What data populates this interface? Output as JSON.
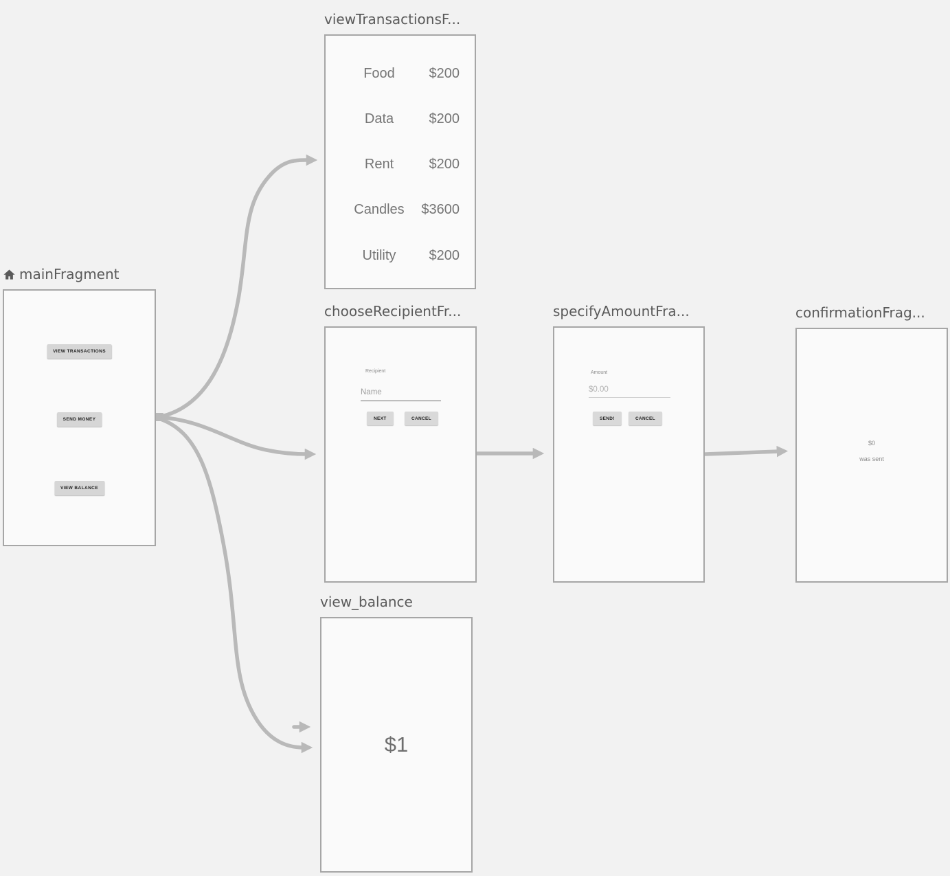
{
  "colors": {
    "background": "#f2f2f2",
    "panel_fill": "#fafafa",
    "panel_border": "#a6a6a6",
    "arrow": "#b9b9b9",
    "title_text": "#5a5a5a",
    "button_fill": "#d6d6d6"
  },
  "fragments": {
    "main": {
      "title": "mainFragment",
      "buttons": {
        "view_transactions": "VIEW TRANSACTIONS",
        "send_money": "SEND MONEY",
        "view_balance": "VIEW BALANCE"
      }
    },
    "view_transactions": {
      "title": "viewTransactionsF...",
      "transactions": [
        {
          "label": "Food",
          "amount": "$200"
        },
        {
          "label": "Data",
          "amount": "$200"
        },
        {
          "label": "Rent",
          "amount": "$200"
        },
        {
          "label": "Candles",
          "amount": "$3600"
        },
        {
          "label": "Utility",
          "amount": "$200"
        }
      ]
    },
    "choose_recipient": {
      "title": "chooseRecipientFr...",
      "field_label": "Recipient",
      "input_placeholder": "Name",
      "next_button": "NEXT",
      "cancel_button": "CANCEL"
    },
    "specify_amount": {
      "title": "specifyAmountFra...",
      "field_label": "Amount",
      "input_placeholder": "$0.00",
      "send_button": "SEND!",
      "cancel_button": "CANCEL"
    },
    "confirmation": {
      "title": "confirmationFrag...",
      "amount": "$0",
      "message": "was sent"
    },
    "view_balance": {
      "title": "view_balance",
      "balance": "$1"
    }
  }
}
